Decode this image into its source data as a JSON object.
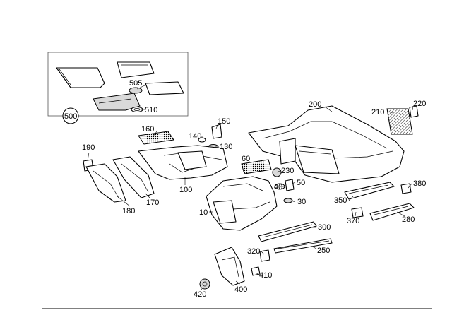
{
  "labels": {
    "p500": "500",
    "p505": "505",
    "p510": "510",
    "p200": "200",
    "p210": "210",
    "p220": "220",
    "p160": "160",
    "p150": "150",
    "p140": "140",
    "p130": "130",
    "p190": "190",
    "p60": "60",
    "p230": "230",
    "p40": "40",
    "p50": "50",
    "p380": "380",
    "p350": "350",
    "p100": "100",
    "p170": "170",
    "p180": "180",
    "p10": "10",
    "p30": "30",
    "p370": "370",
    "p280": "280",
    "p300": "300",
    "p320": "320",
    "p250": "250",
    "p410": "410",
    "p400": "400",
    "p420": "420"
  }
}
